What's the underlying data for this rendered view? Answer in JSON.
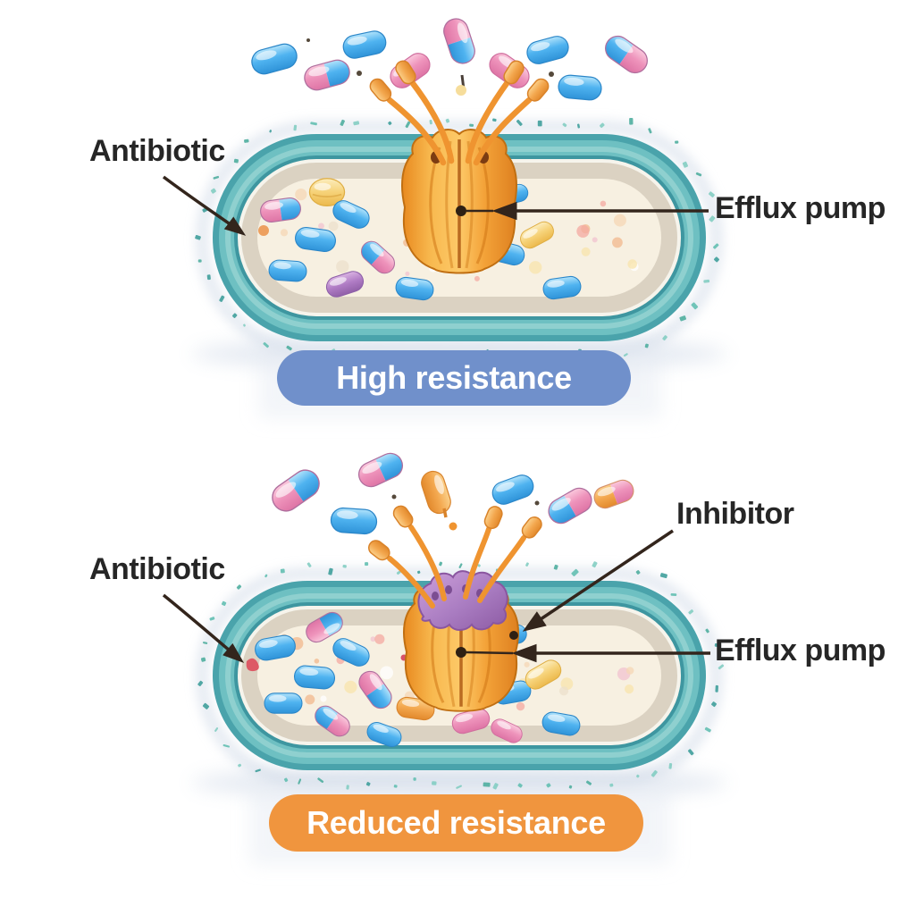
{
  "colors": {
    "membrane-teal": "#5fb9bd",
    "membrane-teal-dark": "#3e96a0",
    "periplasm": "#dbd2c2",
    "cytoplasm": "#f7f0e1",
    "pump-orange": "#f2a33c",
    "inhibitor-purple": "#a97cc1",
    "pill-blue": "#4fb3f0",
    "pill-pink": "#ee93bb",
    "badge-blue": "#7090cb",
    "badge-orange": "#f0953e",
    "label-text": "#262626",
    "arrow-dark": "#33251c",
    "efflux-arrow-orange": "#ef9430"
  },
  "panels": [
    {
      "name": "high-resistance",
      "labels": {
        "antibiotic": "Antibiotic",
        "efflux_pump": "Efflux pump"
      },
      "badge": {
        "text": "High resistance",
        "color": "#7090cb"
      }
    },
    {
      "name": "reduced-resistance",
      "labels": {
        "antibiotic": "Antibiotic",
        "inhibitor": "Inhibitor",
        "efflux_pump": "Efflux pump"
      },
      "badge": {
        "text": "Reduced resistance",
        "color": "#f0953e"
      }
    }
  ]
}
